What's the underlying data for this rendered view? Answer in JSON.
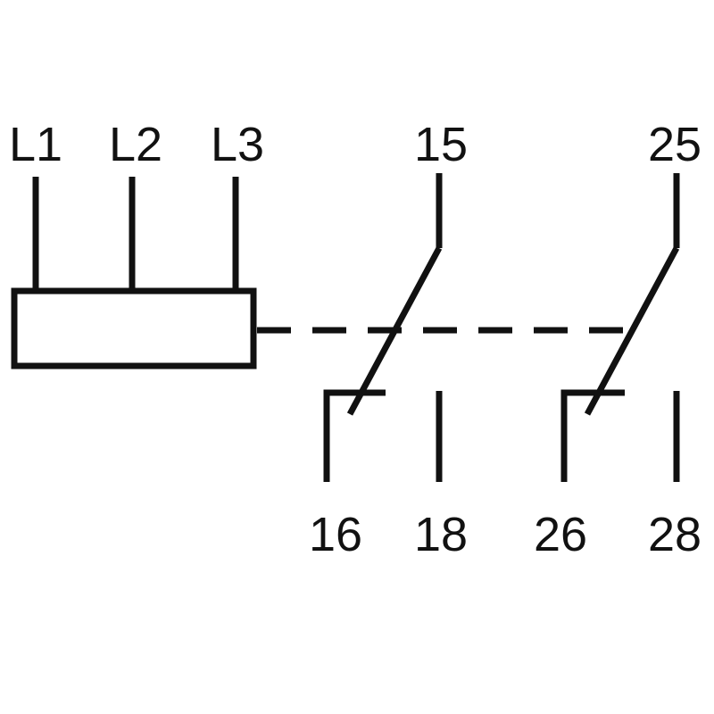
{
  "colors": {
    "line": "#111111",
    "background": "#ffffff"
  },
  "terminals": {
    "l1": "L1",
    "l2": "L2",
    "l3": "L3",
    "t15": "15",
    "t25": "25",
    "t16": "16",
    "t18": "18",
    "t26": "26",
    "t28": "28"
  }
}
